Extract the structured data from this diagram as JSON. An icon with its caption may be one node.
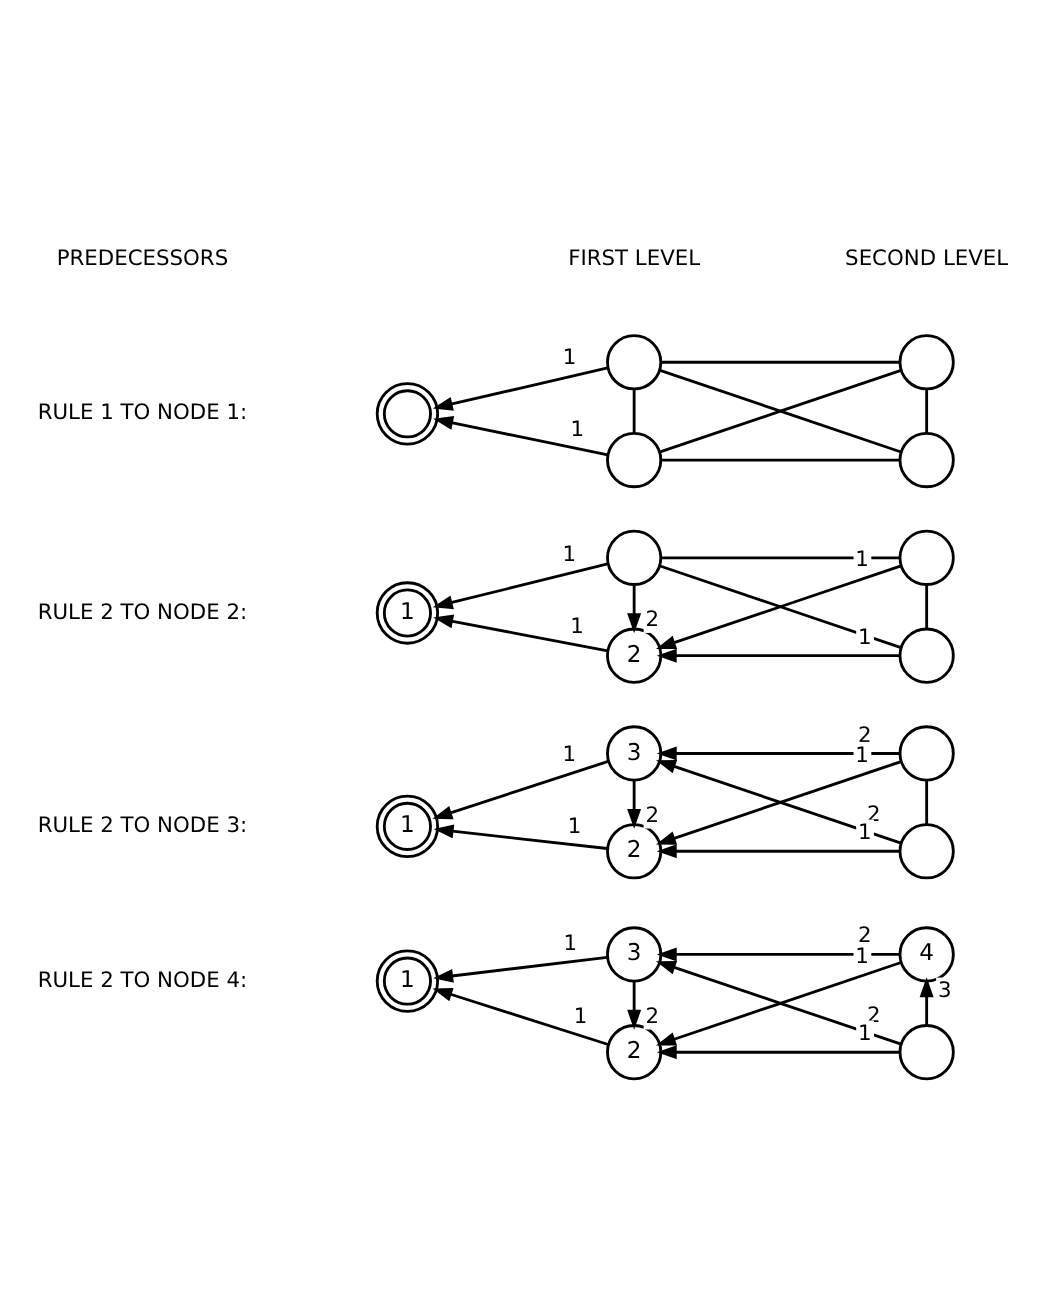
{
  "diagram": {
    "nodes": [
      {
        "text": [],
        "shape": "circle"
      },
      {
        "text": [],
        "shape": "circle"
      },
      {
        "text": [],
        "shape": "circle"
      },
      {
        "text": [],
        "shape": "circle"
      },
      {
        "text": [],
        "shape": "circle"
      },
      {
        "text": [
          "1"
        ]
      },
      {
        "text": [],
        "shape": "circle"
      },
      {
        "text": [
          "2"
        ]
      },
      {
        "text": [],
        "shape": "circle"
      },
      {
        "text": [],
        "shape": "circle"
      },
      {
        "text": [
          "1"
        ]
      },
      {
        "text": [
          "3"
        ]
      },
      {
        "text": [
          "2"
        ]
      },
      {
        "text": [],
        "shape": "circle"
      },
      {
        "text": [],
        "shape": "circle"
      },
      {
        "text": [
          "1"
        ]
      },
      {
        "text": [
          "3"
        ]
      },
      {
        "text": [
          "2"
        ]
      },
      {
        "text": [
          "4"
        ]
      },
      {
        "text": [],
        "shape": "circle"
      }
    ],
    "edges": [
      {
        "from": 1,
        "to": 0,
        "arrow": "to",
        "label": "1"
      },
      {
        "from": 2,
        "to": 0,
        "arrow": "to",
        "label": "1"
      },
      {
        "from": 1,
        "to": 2,
        "arrow": "none"
      },
      {
        "from": 1,
        "to": 3,
        "arrow": "none"
      },
      {
        "from": 1,
        "to": 4,
        "arrow": "none"
      },
      {
        "from": 2,
        "to": 3,
        "arrow": "none"
      },
      {
        "from": 2,
        "to": 4,
        "arrow": "none"
      },
      {
        "from": 3,
        "to": 4,
        "arrow": "none"
      },
      {
        "from": 6,
        "to": 5,
        "arrow": "to",
        "label": "1"
      },
      {
        "from": 7,
        "to": 5,
        "arrow": "to",
        "label": "1"
      },
      {
        "from": 6,
        "to": 7,
        "arrow": "to",
        "label": "2"
      },
      {
        "from": 6,
        "to": 8,
        "arrow": "none"
      },
      {
        "from": 6,
        "to": 9,
        "arrow": "none"
      },
      {
        "from": 8,
        "to": 7,
        "arrow": "to",
        "label": "1"
      },
      {
        "from": 9,
        "to": 7,
        "arrow": "to",
        "label": "1"
      },
      {
        "from": 8,
        "to": 9,
        "arrow": "none"
      },
      {
        "from": 11,
        "to": 10,
        "arrow": "to",
        "label": "1"
      },
      {
        "from": 12,
        "to": 10,
        "arrow": "to",
        "label": "1"
      },
      {
        "from": 11,
        "to": 12,
        "arrow": "to",
        "label": "2"
      },
      {
        "from": 13,
        "to": 11,
        "arrow": "to",
        "label": "2"
      },
      {
        "from": 13,
        "to": 12,
        "arrow": "to",
        "label": "1"
      },
      {
        "from": 14,
        "to": 11,
        "arrow": "to",
        "label": "2"
      },
      {
        "from": 14,
        "to": 12,
        "arrow": "to",
        "label": "1"
      },
      {
        "from": 13,
        "to": 14,
        "arrow": "none"
      },
      {
        "from": 16,
        "to": 15,
        "arrow": "to",
        "label": "1"
      },
      {
        "from": 17,
        "to": 15,
        "arrow": "to",
        "label": "1"
      },
      {
        "from": 16,
        "to": 17,
        "arrow": "to",
        "label": "2"
      },
      {
        "from": 18,
        "to": 16,
        "arrow": "to",
        "label": "2"
      },
      {
        "from": 18,
        "to": 17,
        "arrow": "to",
        "label": "1"
      },
      {
        "from": 19,
        "to": 16,
        "arrow": "to",
        "label": "2"
      },
      {
        "from": 19,
        "to": 17,
        "arrow": "to",
        "label": "1"
      },
      {
        "from": 19,
        "to": 18,
        "arrow": "to",
        "label": "3"
      }
    ],
    "labels": [
      "PREDECESSORS",
      "FIRST LEVEL",
      "SECOND LEVEL",
      "RULE 1 TO NODE 1:",
      "RULE 2 TO NODE 2:",
      "RULE 2 TO NODE 3:",
      "RULE 2 TO NODE 4:"
    ]
  }
}
